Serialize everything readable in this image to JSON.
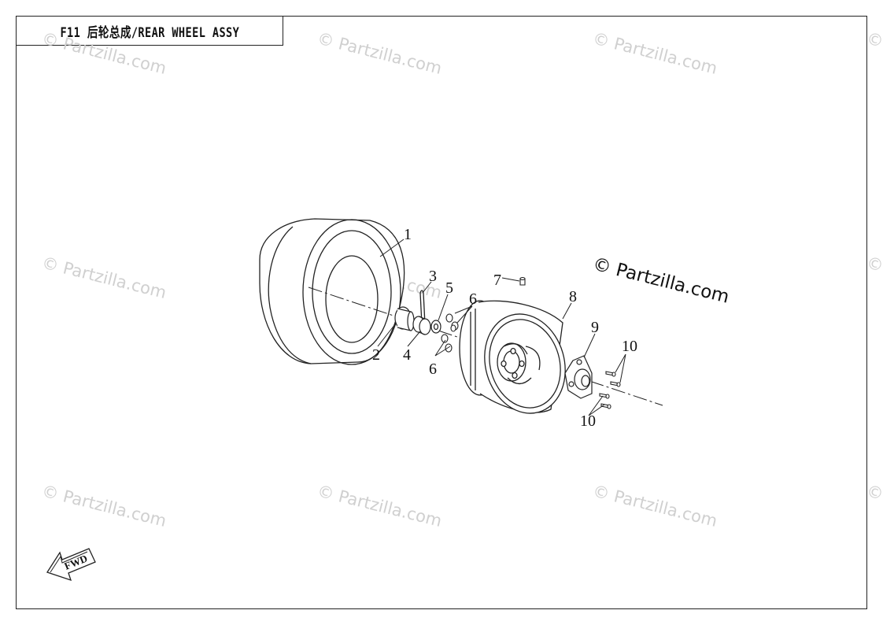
{
  "diagram": {
    "title": "F11 后轮总成/REAR WHEEL ASSY",
    "watermark_text": "© Partzilla.com",
    "fwd_label": "FWD",
    "callouts": [
      "1",
      "2",
      "3",
      "4",
      "5",
      "6",
      "6",
      "7",
      "8",
      "9",
      "10",
      "10"
    ],
    "parts": [
      "tire",
      "hub-nut-cap",
      "cotter-pin",
      "castle-nut",
      "washer",
      "lug-nuts",
      "valve-stem",
      "wheel-rim",
      "wheel-hub",
      "hub-bolts"
    ]
  }
}
